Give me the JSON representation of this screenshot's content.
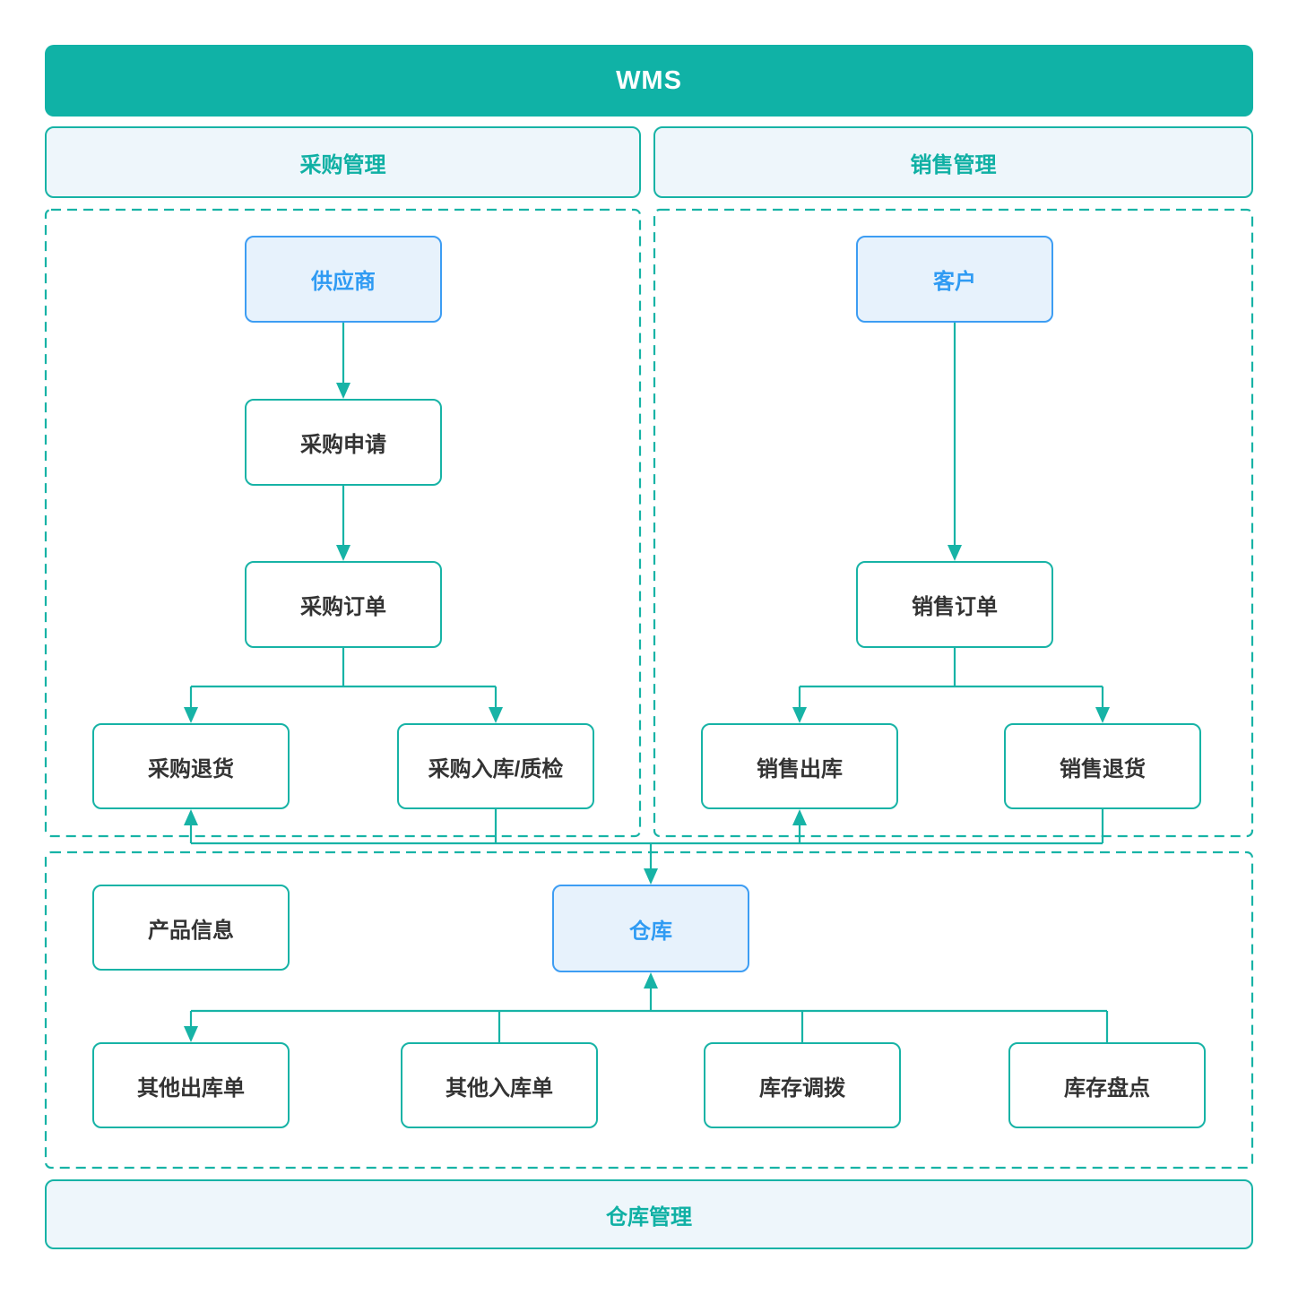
{
  "title": {
    "label": "WMS"
  },
  "sections": {
    "purchase": {
      "label": "采购管理"
    },
    "sales": {
      "label": "销售管理"
    },
    "warehouse": {
      "label": "仓库管理"
    }
  },
  "nodes": {
    "supplier": {
      "label": "供应商",
      "style": "blue"
    },
    "purchase_request": {
      "label": "采购申请",
      "style": "plain"
    },
    "purchase_order": {
      "label": "采购订单",
      "style": "plain"
    },
    "purchase_return": {
      "label": "采购退货",
      "style": "plain"
    },
    "purchase_inbound_qc": {
      "label": "采购入库/质检",
      "style": "plain"
    },
    "customer": {
      "label": "客户",
      "style": "blue"
    },
    "sales_order": {
      "label": "销售订单",
      "style": "plain"
    },
    "sales_outbound": {
      "label": "销售出库",
      "style": "plain"
    },
    "sales_return": {
      "label": "销售退货",
      "style": "plain"
    },
    "product_info": {
      "label": "产品信息",
      "style": "plain"
    },
    "warehouse": {
      "label": "仓库",
      "style": "blue"
    },
    "other_outbound": {
      "label": "其他出库单",
      "style": "plain"
    },
    "other_inbound": {
      "label": "其他入库单",
      "style": "plain"
    },
    "stock_transfer": {
      "label": "库存调拨",
      "style": "plain"
    },
    "stock_count": {
      "label": "库存盘点",
      "style": "plain"
    }
  },
  "colors": {
    "teal": "#17b3a6",
    "teal_banner": "#10b2a6",
    "teal_text": "#10b0a4",
    "panel_fill": "#eef6fb",
    "blue_border": "#3d9df3",
    "blue_fill": "#e7f2fc",
    "blue_text": "#2f9bf3",
    "dark_text": "#333333"
  }
}
